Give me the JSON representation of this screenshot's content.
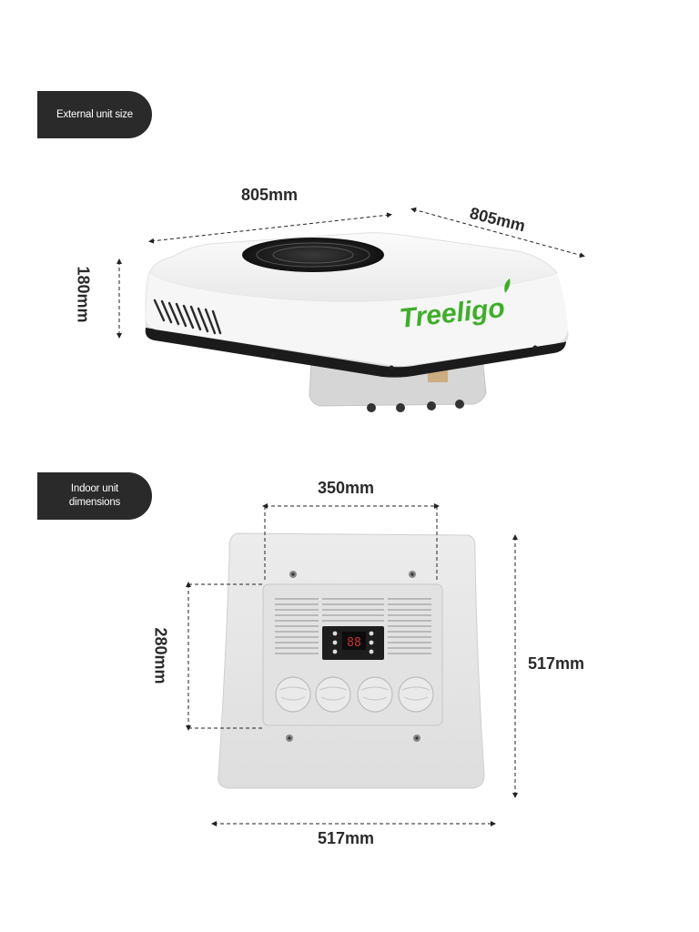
{
  "external_section": {
    "tag_label": "External unit size",
    "width_label": "805mm",
    "depth_label": "805mm",
    "height_label": "180mm",
    "brand_logo_text": "Treeligo"
  },
  "indoor_section": {
    "tag_line1": "Indoor unit",
    "tag_line2": "dimensions",
    "grille_width_label": "350mm",
    "grille_height_label": "280mm",
    "panel_height_label": "517mm",
    "panel_width_label": "517mm",
    "display_readout": "88"
  },
  "colors": {
    "tag_background": "#2a2a2a",
    "brand_green": "#3fae2a",
    "unit_white": "#f4f4f4",
    "panel_gray": "#e6e6e6"
  }
}
